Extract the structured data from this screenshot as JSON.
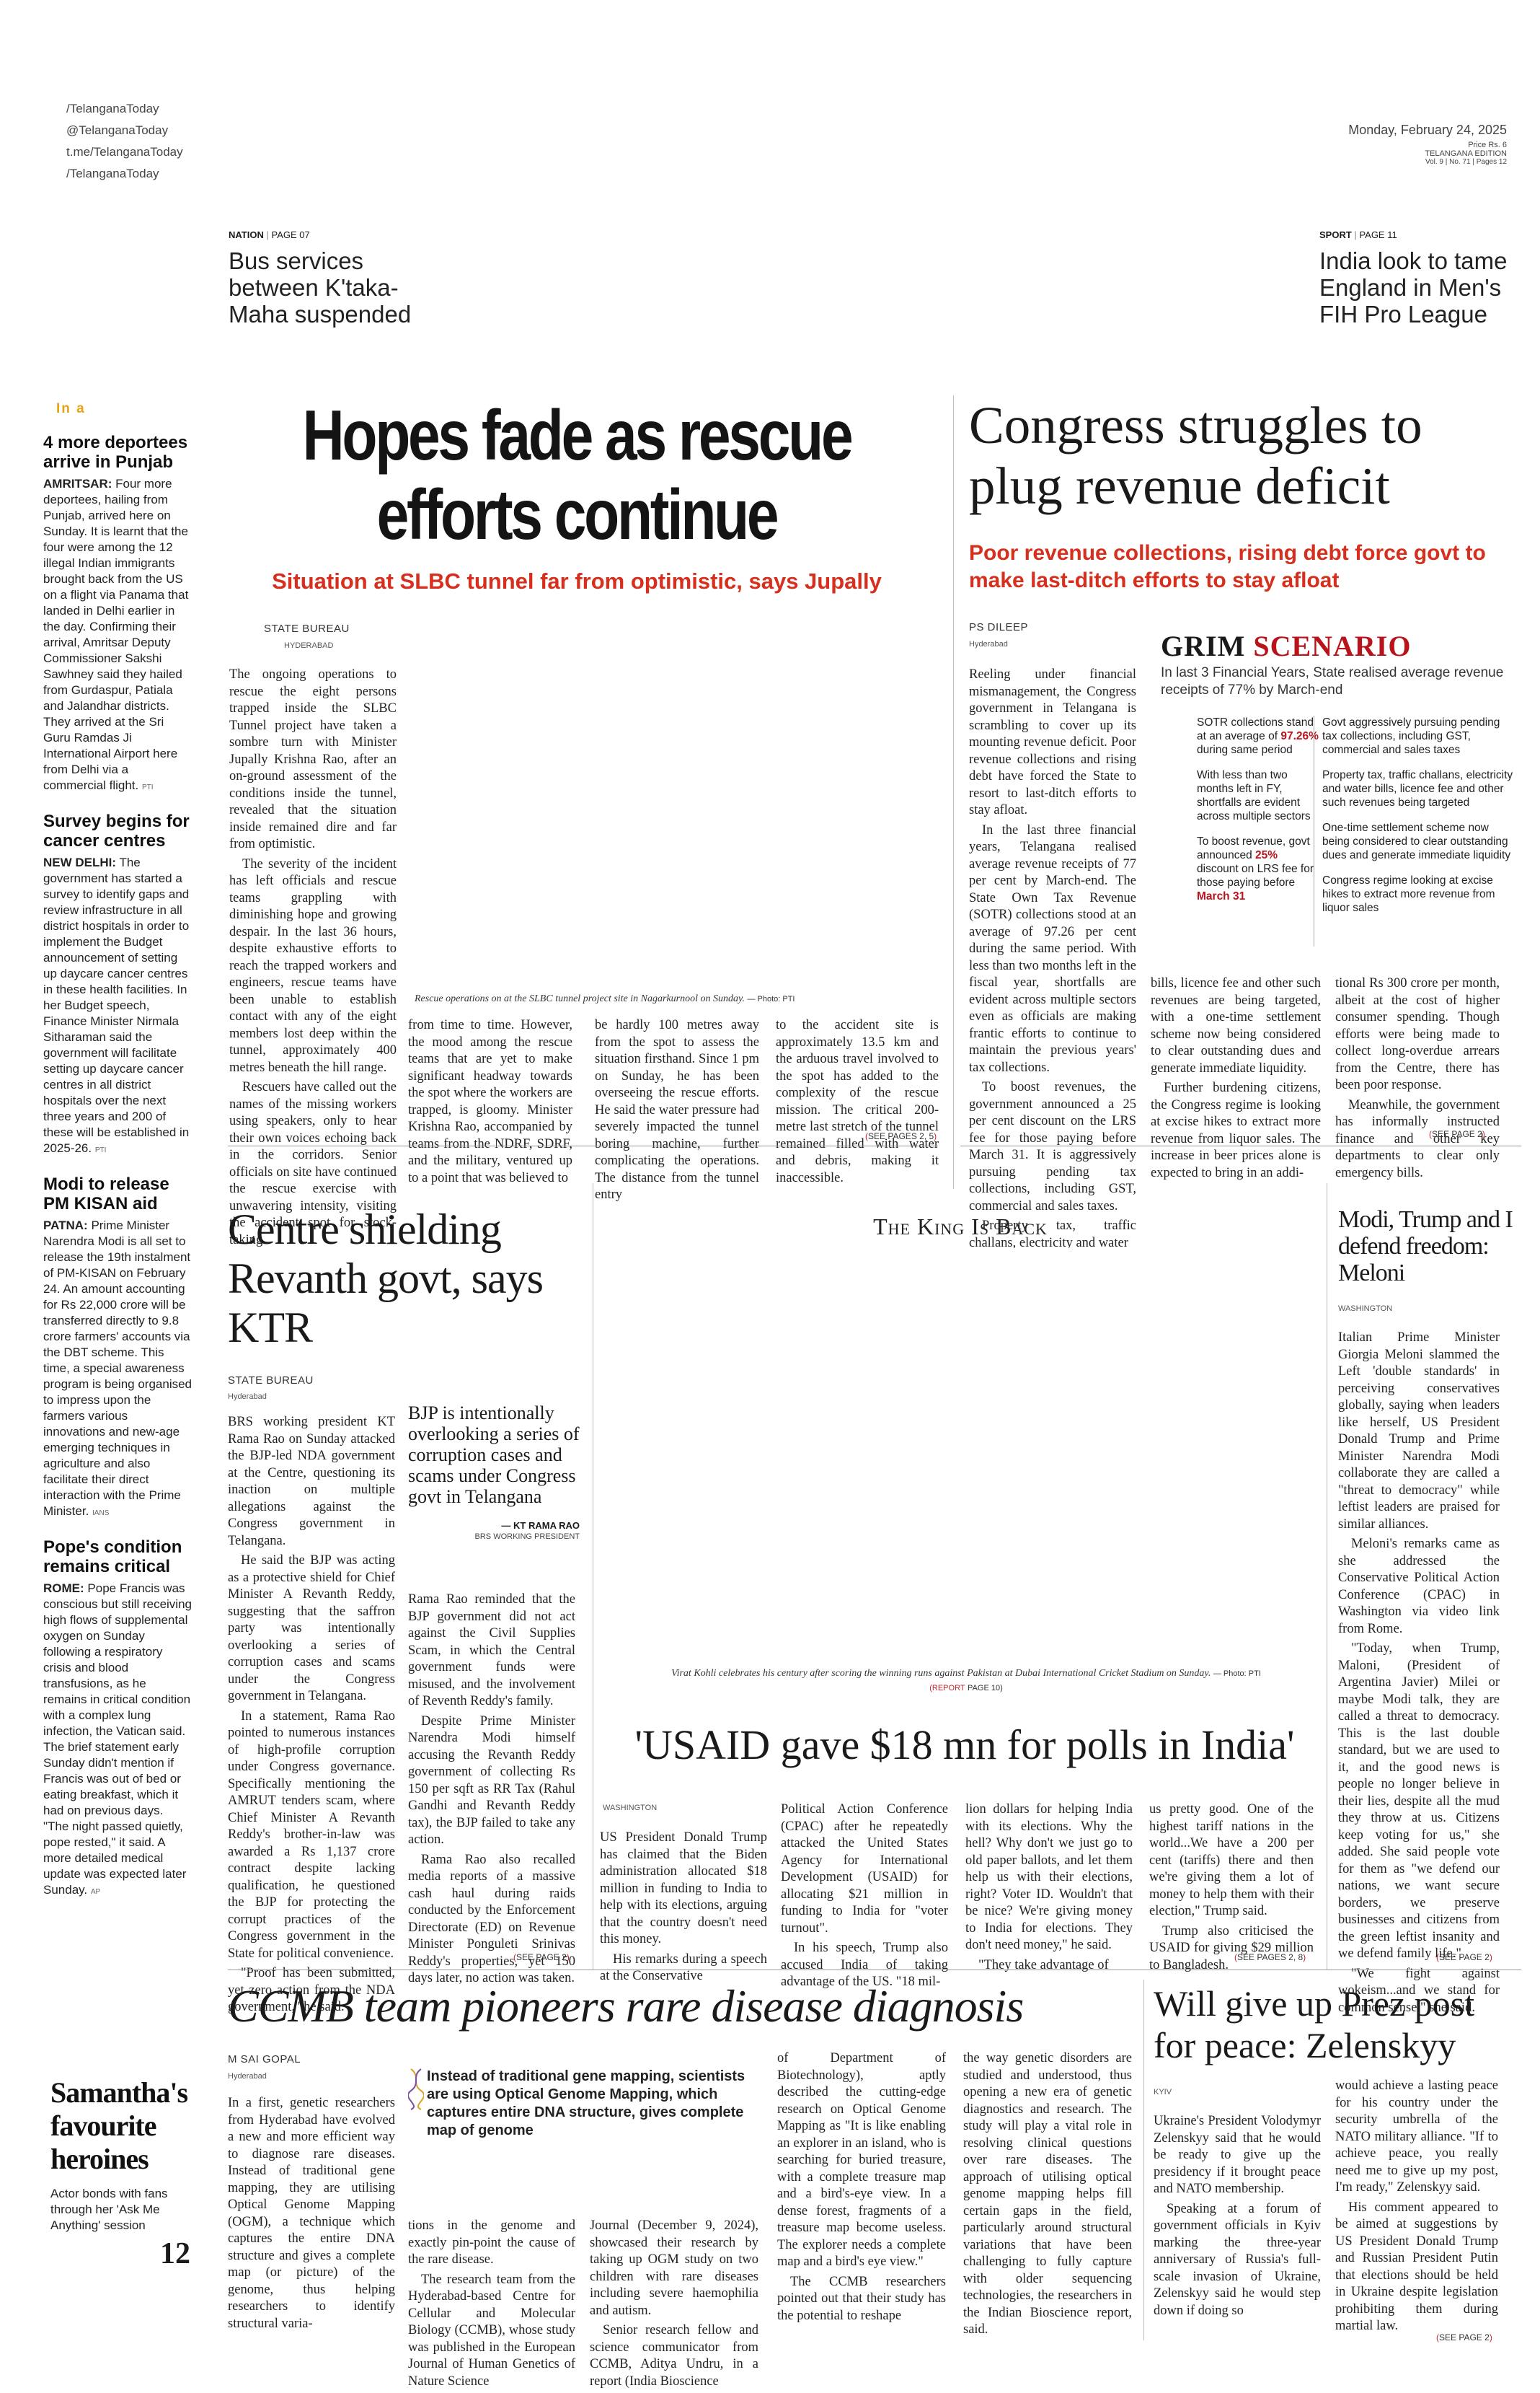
{
  "masthead": {
    "social": [
      "/TelanganaToday",
      "@TelanganaToday",
      "t.me/TelanganaToday",
      "/TelanganaToday"
    ],
    "date": "Monday, February 24, 2025",
    "price": "Price Rs. 6",
    "edition": "TELANGANA EDITION",
    "volume": "Vol. 9 | No. 71 | Pages 12"
  },
  "teasers": {
    "left": {
      "section": "NATION",
      "page": "PAGE 07",
      "headline": "Bus services between K'taka-Maha suspended"
    },
    "right": {
      "section": "SPORT",
      "page": "PAGE 11",
      "headline": "India look to tame England in Men's FIH Pro League"
    }
  },
  "briefs": {
    "section_label": "In a",
    "items": [
      {
        "headline": "4 more deportees arrive in Punjab",
        "place": "AMRITSAR:",
        "text": "Four more deportees, hailing from Punjab, arrived here on Sunday. It is learnt that the four were among the 12 illegal Indian immigrants brought back from the US on a flight via Panama that landed in Delhi earlier in the day. Confirming their arrival, Amritsar Deputy Commissioner Sakshi Sawhney said they hailed from Gurdaspur, Patiala and Jalandhar districts. They arrived at the Sri Guru Ramdas Ji International Airport here from Delhi via a commercial flight.",
        "credit": "PTI"
      },
      {
        "headline": "Survey begins for cancer centres",
        "place": "NEW DELHI:",
        "text": "The government has started a survey to identify gaps and review infrastructure in all district hospitals in order to implement the Budget announcement of setting up daycare cancer centres in these health facilities. In her Budget speech, Finance Minister Nirmala Sitharaman said the government will facilitate setting up daycare cancer centres in all district hospitals over the next three years and 200 of these will be established in 2025-26.",
        "credit": "PTI"
      },
      {
        "headline": "Modi to release PM KISAN aid",
        "place": "PATNA:",
        "text": "Prime Minister Narendra Modi is all set to release the 19th instalment of PM-KISAN on February 24. An amount accounting for Rs 22,000 crore will be transferred directly to 9.8 crore farmers' accounts via the DBT scheme. This time, a special awareness program is being organised to impress upon the farmers various innovations and new-age emerging techniques in agriculture and also facilitate their direct interaction with the Prime Minister.",
        "credit": "IANS"
      },
      {
        "headline": "Pope's condition remains critical",
        "place": "ROME:",
        "text": "Pope Francis was conscious but still receiving high flows of supplemental oxygen on Sunday following a respiratory crisis and blood transfusions, as he remains in critical condition with a complex lung infection, the Vatican said. The brief statement early Sunday didn't mention if Francis was out of bed or eating breakfast, which it had on previous days. \"The night passed quietly, pope rested,\" it said. A more detailed medical update was expected later Sunday.",
        "credit": "AP"
      }
    ],
    "promo": {
      "headline": "Samantha's favourite heroines",
      "text": "Actor bonds with fans through her 'Ask Me Anything' session",
      "page": "12"
    }
  },
  "lead": {
    "headline": "Hopes fade as rescue efforts continue",
    "subhead": "Situation at SLBC tunnel far from optimistic, says Jupally",
    "byline": "STATE BUREAU",
    "dateline": "HYDERABAD",
    "col1": [
      "The ongoing operations to rescue the eight persons trapped inside the SLBC Tunnel project have taken a sombre turn with Minister Jupally Krishna Rao, after an on-ground assessment of the conditions inside the tunnel, revealed that the situation inside remained dire and far from optimistic.",
      "The severity of the incident has left officials and rescue teams grappling with diminishing hope and growing despair. In the last 36 hours, despite exhaustive efforts to reach the trapped workers and engineers, rescue teams have been unable to establish contact with any of the eight members lost deep within the tunnel, approximately 400 metres beneath the hill range.",
      "Rescuers have called out the names of the missing workers using speakers, only to hear their own voices echoing back in the corridors. Senior officials on site have continued the rescue exercise with unwavering intensity, visiting the accident spot for stock-taking"
    ],
    "col2": [
      "from time to time. However, the mood among the rescue teams that are yet to make significant headway towards the spot where the workers are trapped, is gloomy. Minister Krishna Rao, accompanied by teams from the NDRF, SDRF, and the military, ventured up to a point that was believed to"
    ],
    "col3": [
      "be hardly 100 metres away from the spot to assess the situation firsthand. Since 1 pm on Sunday, he has been overseeing the rescue efforts. He said the water pressure had severely impacted the tunnel boring machine, further complicating the operations. The distance from the tunnel entry"
    ],
    "col4": [
      "to the accident site is approximately 13.5 km and the arduous travel involved to the spot has added to the complexity of the rescue mission. The critical 200-metre last stretch of the tunnel remained filled with water and debris, making it inaccessible."
    ],
    "photo_caption": "Rescue operations on at the SLBC tunnel project site in Nagarkurnool on Sunday.",
    "photo_credit": "— Photo: PTI",
    "see": "SEE",
    "see_pages": "PAGES 2, 5"
  },
  "congress": {
    "headline": "Congress struggles to plug revenue deficit",
    "subhead": "Poor revenue collections, rising debt force govt to make last-ditch efforts to stay afloat",
    "byline": "PS DILEEP",
    "dateline": "Hyderabad",
    "col1": [
      "Reeling under financial mismanagement, the Congress government in Telangana is scrambling to cover up its mounting revenue deficit. Poor revenue collections and rising debt have forced the State to resort to last-ditch efforts to stay afloat.",
      "In the last three financial years, Telangana realised average revenue receipts of 77 per cent by March-end. The State Own Tax Revenue (SOTR) collections stood at an average of 97.26 per cent during the same period. With less than two months left in the fiscal year, shortfalls are evident across multiple sectors even as officials are making frantic efforts to continue to maintain the previous years' tax collections.",
      "To boost revenues, the government announced a 25 per cent discount on the LRS fee for those paying before March 31. It is aggressively pursuing pending tax collections, including GST, commercial and sales taxes.",
      "Property tax, traffic challans, electricity and water"
    ],
    "col2": [
      "bills, licence fee and other such revenues are being targeted, with a one-time settlement scheme now being considered to clear outstanding dues and generate immediate liquidity.",
      "Further burdening citizens, the Congress regime is looking at excise hikes to extract more revenue from liquor sales. The increase in beer prices alone is expected to bring in an addi-"
    ],
    "col3": [
      "tional Rs 300 crore per month, albeit at the cost of higher consumer spending. Though efforts were being made to collect long-overdue arrears from the Centre, there has been poor response.",
      "Meanwhile, the government has informally instructed finance and other key departments to clear only emergency bills."
    ],
    "see": "SEE",
    "see_pages": "PAGE 2",
    "grim": {
      "title_1": "GRIM",
      "title_2": "SCENARIO",
      "intro": "In last 3 Financial Years, State realised average revenue receipts of 77% by March-end",
      "left": [
        {
          "a": "SOTR collections stand at an average of ",
          "hl": "97.26%",
          "b": " during same period"
        },
        {
          "a": "With less than two months left in FY, shortfalls are evident across multiple sectors",
          "hl": "",
          "b": ""
        },
        {
          "a": "To boost revenue, govt announced ",
          "hl": "25%",
          "b": " discount on LRS fee for those paying before "
        },
        {
          "a": "",
          "hl": "March 31",
          "b": ""
        }
      ],
      "right": [
        "Govt aggressively pursuing pending tax collections, including GST, commercial and sales taxes",
        "Property tax, traffic challans, electricity and water bills, licence fee and other such revenues being targeted",
        "One-time settlement scheme now being considered to clear outstanding dues and generate immediate liquidity",
        "Congress regime looking at excise hikes to extract more revenue from liquor sales"
      ]
    }
  },
  "ktr": {
    "headline": "Centre shielding Revanth govt, says KTR",
    "byline": "STATE BUREAU",
    "dateline": "Hyderabad",
    "col1": [
      "BRS working president KT Rama Rao on Sunday attacked the BJP-led NDA government at the Centre, questioning its inaction on multiple allegations against the Congress government in Telangana.",
      "He said the BJP was acting as a protective shield for Chief Minister A Revanth Reddy, suggesting that the saffron party was intentionally overlooking a series of corruption cases and scams under the Congress government in Telangana.",
      "In a statement, Rama Rao pointed to numerous instances of high-profile corruption under Congress governance. Specifically mentioning the AMRUT tenders scam, where Chief Minister A Revanth Reddy's brother-in-law was awarded a Rs 1,137 crore contract despite lacking qualification, he questioned the BJP for protecting the corrupt practices of the Congress government in the State for political convenience.",
      "\"Proof has been submitted, yet zero action from the NDA government,\" he said."
    ],
    "col2": [
      "Rama Rao reminded that the BJP government did not act against the Civil Supplies Scam, in which the Central government funds were misused, and the involvement of Reventh Reddy's family.",
      "Despite Prime Minister Narendra Modi himself accusing the Revanth Reddy government of collecting Rs 150 per sqft as RR Tax (Rahul Gandhi and Revanth Reddy tax), the BJP failed to take any action.",
      "Rama Rao also recalled media reports of a massive cash haul during raids conducted by the Enforcement Directorate (ED) on Revenue Minister Ponguleti Srinivas Reddy's properties, yet 150 days later, no action was taken."
    ],
    "quote": "BJP is intentionally overlooking a series of corruption cases and scams under Congress govt in Telangana",
    "quote_name": "— KT RAMA RAO",
    "quote_role": "BRS WORKING PRESIDENT",
    "see": "SEE",
    "see_pages": "PAGE 2"
  },
  "king": {
    "kicker": "The King Is Back",
    "caption": "Virat Kohli celebrates his century after scoring the winning runs against Pakistan at Dubai International Cricket Stadium on Sunday.",
    "credit": "— Photo: PTI",
    "report": "REPORT",
    "report_page": "PAGE 10"
  },
  "usaid": {
    "headline": "'USAID gave $18 mn for polls in India'",
    "dateline": "WASHINGTON",
    "col1": [
      "US President Donald Trump has claimed that the Biden administration allocated $18 million in funding to India to help with its elections, arguing that the country doesn't need this money.",
      "His remarks during a speech at the Conservative"
    ],
    "col2": [
      "Political Action Conference (CPAC) after he repeatedly attacked the United States Agency for International Development (USAID) for allocating $21 million in funding to India for \"voter turnout\".",
      "In his speech, Trump also accused India of taking advantage of the US. \"18 mil-"
    ],
    "col3": [
      "lion dollars for helping India with its elections. Why the hell? Why don't we just go to old paper ballots, and let them help us with their elections, right? Voter ID. Wouldn't that be nice? We're giving money to India for elections. They don't need money,\" he said.",
      "\"They take advantage of"
    ],
    "col4": [
      "us pretty good. One of the highest tariff nations in the world...We have a 200 per cent (tariffs) there and then we're giving them a lot of money to help them with their election,\" Trump said.",
      "Trump also criticised the USAID for giving $29 million to Bangladesh."
    ],
    "see": "SEE",
    "see_pages": "PAGES 2, 8"
  },
  "meloni": {
    "headline": "Modi, Trump and I defend freedom: Meloni",
    "dateline": "WASHINGTON",
    "paras": [
      "Italian Prime Minister Giorgia Meloni slammed the Left 'double standards' in perceiving conservatives globally, saying when leaders like herself, US President Donald Trump and Prime Minister Narendra Modi collaborate they are called a \"threat to democracy\" while leftist leaders are praised for similar alliances.",
      "Meloni's remarks came as she addressed the Conservative Political Action Conference (CPAC) in Washington via video link from Rome.",
      "\"Today, when Trump, Maloni, (President of Argentina Javier) Milei or maybe Modi talk, they are called a threat to democracy. This is the last double standard, but we are used to it, and the good news is people no longer believe in their lies, despite all the mud they throw at us. Citizens keep voting for us,\" she added. She said people vote for them as \"we defend our nations, we want secure borders, we preserve businesses and citizens from the green leftist insanity and we defend family life.\"",
      "\"We fight against wokeism...and we stand for common sense,\" she said."
    ],
    "see": "SEE",
    "see_pages": "PAGE 2"
  },
  "ccmb": {
    "headline": "CCMB team pioneers rare disease diagnosis",
    "byline": "M SAI GOPAL",
    "dateline": "Hyderabad",
    "col1": [
      "In a first, genetic researchers from Hyderabad have evolved a new and more efficient way to diagnose rare diseases. Instead of traditional gene mapping, they are utilising Optical Genome Mapping (OGM), a technique which captures the entire DNA structure and gives a complete map (or picture) of the genome, thus helping researchers to identify structural varia-"
    ],
    "blurb": "Instead of traditional gene mapping, scientists are using Optical Genome Mapping, which captures entire DNA structure, gives complete map of genome",
    "col2": [
      "tions in the genome and exactly pin-point the cause of the rare disease.",
      "The research team from the Hyderabad-based Centre for Cellular and Molecular Biology (CCMB), whose study was published in the European Journal of Human Genetics of Nature Science"
    ],
    "col3": [
      "Journal (December 9, 2024), showcased their research by taking up OGM study on two children with rare diseases including severe haemophilia and autism.",
      "Senior research fellow and science communicator from CCMB, Aditya Undru, in a report (India Bioscience"
    ],
    "col4": [
      "of Department of Biotechnology), aptly described the cutting-edge research on Optical Genome Mapping as \"It is like enabling an explorer in an island, who is searching for buried treasure, with a complete treasure map and a bird's-eye view. In a dense forest, fragments of a treasure map become useless. The explorer needs a complete map and a bird's eye view.\"",
      "The CCMB researchers pointed out that their study has the potential to reshape"
    ],
    "col5": [
      "the way genetic disorders are studied and understood, thus opening a new era of genetic diagnostics and research. The study will play a vital role in resolving clinical questions over rare diseases. The approach of utilising optical genome mapping helps fill certain gaps in the field, particularly around structural variations that have been challenging to fully capture with older sequencing technologies, the researchers in the Indian Bioscience report, said."
    ]
  },
  "zelensky": {
    "headline": "Will give up Prez post for peace: Zelenskyy",
    "dateline": "KYIV",
    "col1": [
      "Ukraine's President Volodymyr Zelenskyy said that he would be ready to give up the presidency if it brought peace and NATO membership.",
      "Speaking at a forum of government officials in Kyiv marking the three-year anniversary of Russia's full-scale invasion of Ukraine, Zelenskyy said he would step down if doing so"
    ],
    "col2": [
      "would achieve a lasting peace for his country under the security umbrella of the NATO military alliance. \"If to achieve peace, you really need me to give up my post, I'm ready,\" Zelenskyy said.",
      "His comment appeared to be aimed at suggestions by US President Donald Trump and Russian President Putin that elections should be held in Ukraine despite legislation prohibiting them during martial law."
    ],
    "see": "SEE",
    "see_pages": "PAGE 2"
  }
}
